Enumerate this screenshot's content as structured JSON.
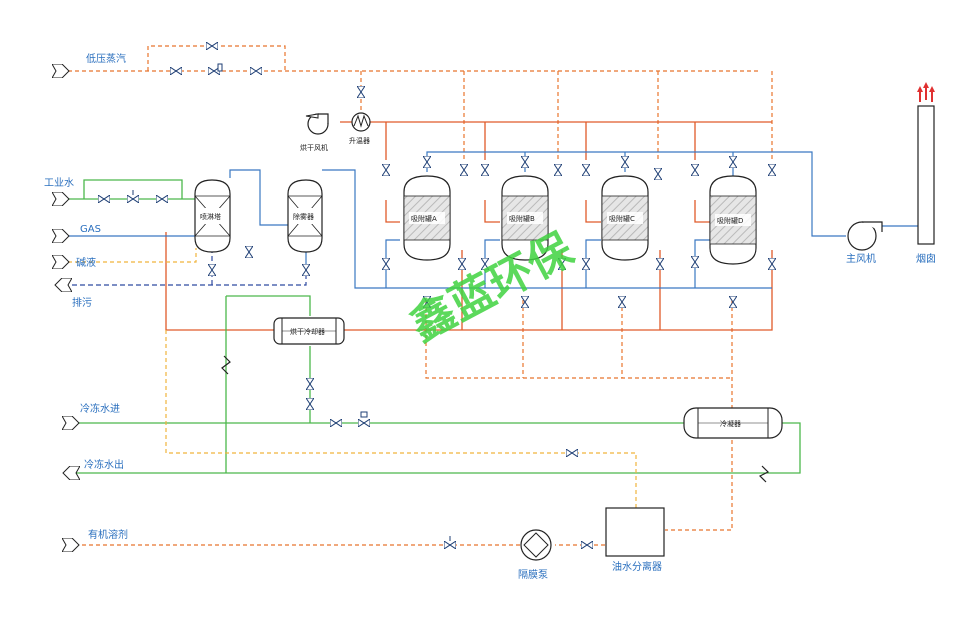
{
  "inlets": {
    "low_pressure_steam": "低压蒸汽",
    "industrial_water": "工业水",
    "gas": "GAS",
    "alkali_liquor": "碱液",
    "sewage": "排污",
    "chilled_water_in": "冷冻水进",
    "chilled_water_out": "冷冻水出",
    "organic_solvent": "有机溶剂"
  },
  "equipment": {
    "dryer_fan": "烘干风机",
    "heater": "升温器",
    "scrubber_tower": "喷淋塔",
    "demister": "除雾器",
    "adsorber_a": "吸附罐A",
    "adsorber_b": "吸附罐B",
    "adsorber_c": "吸附罐C",
    "adsorber_d": "吸附罐D",
    "dryer_cooler": "烘干冷却器",
    "condenser": "冷凝器",
    "main_fan": "主风机",
    "chimney": "烟囱",
    "diaphragm_pump": "隔膜泵",
    "oil_water_separator": "油水分离器"
  },
  "watermark": "鑫蓝环保",
  "colors": {
    "steam": "#e8742d",
    "hot_gas": "#e05a2a",
    "process_gas": "#3a78c2",
    "water": "#4cb84c",
    "alkali": "#f0b43c",
    "drain": "#2f4aa0",
    "label": "#2a6fbe"
  }
}
